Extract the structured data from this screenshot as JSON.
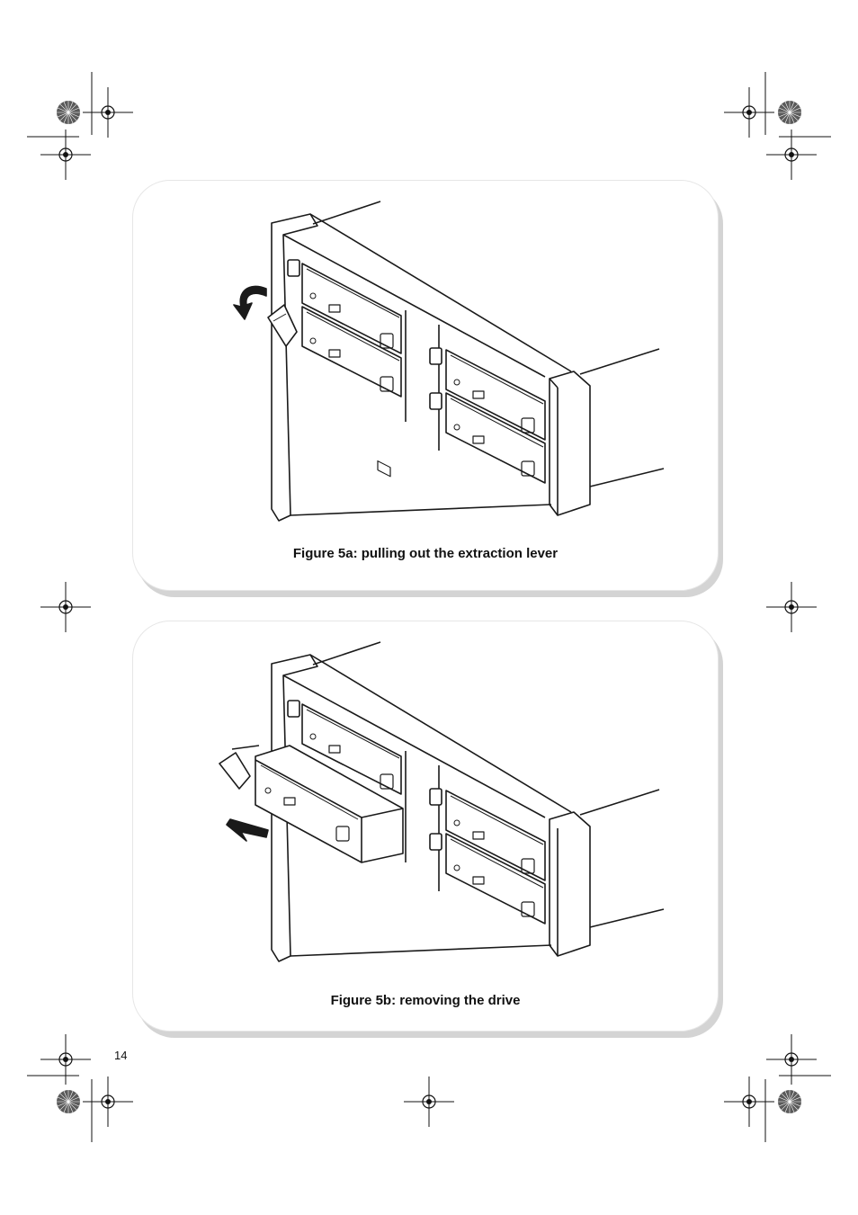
{
  "figures": [
    {
      "caption": "Figure 5a: pulling out the extraction lever"
    },
    {
      "caption": "Figure 5b: removing the drive"
    }
  ],
  "page_number": "14",
  "colors": {
    "line": "#1a1a1a",
    "shadow": "#d4d4d4"
  }
}
